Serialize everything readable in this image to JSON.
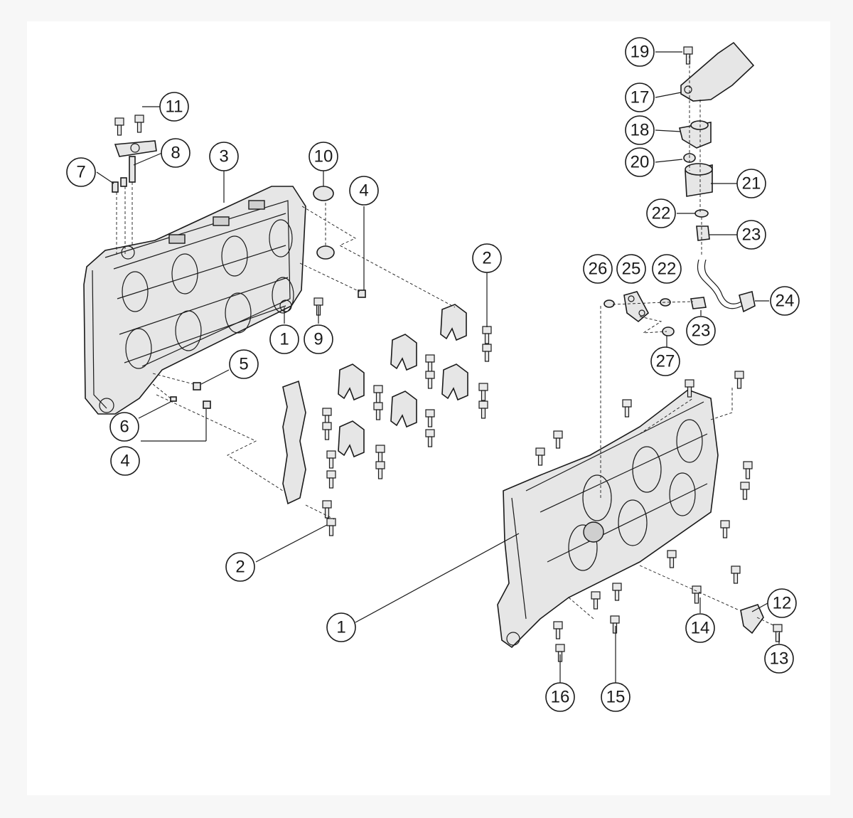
{
  "diagram": {
    "background": "#f7f7f7",
    "line_color": "#1a1a1a",
    "part_fill": "#e6e6e6",
    "callouts": [
      {
        "id": "c19",
        "label": "19"
      },
      {
        "id": "c17",
        "label": "17"
      },
      {
        "id": "c18",
        "label": "18"
      },
      {
        "id": "c20",
        "label": "20"
      },
      {
        "id": "c21",
        "label": "21"
      },
      {
        "id": "c22a",
        "label": "22"
      },
      {
        "id": "c23a",
        "label": "23"
      },
      {
        "id": "c26",
        "label": "26"
      },
      {
        "id": "c25",
        "label": "25"
      },
      {
        "id": "c22b",
        "label": "22"
      },
      {
        "id": "c24",
        "label": "24"
      },
      {
        "id": "c23b",
        "label": "23"
      },
      {
        "id": "c27",
        "label": "27"
      },
      {
        "id": "c11",
        "label": "11"
      },
      {
        "id": "c8",
        "label": "8"
      },
      {
        "id": "c7",
        "label": "7"
      },
      {
        "id": "c3",
        "label": "3"
      },
      {
        "id": "c10",
        "label": "10"
      },
      {
        "id": "c4a",
        "label": "4"
      },
      {
        "id": "c2a",
        "label": "2"
      },
      {
        "id": "c1a",
        "label": "1"
      },
      {
        "id": "c9",
        "label": "9"
      },
      {
        "id": "c5",
        "label": "5"
      },
      {
        "id": "c6",
        "label": "6"
      },
      {
        "id": "c4b",
        "label": "4"
      },
      {
        "id": "c2b",
        "label": "2"
      },
      {
        "id": "c1b",
        "label": "1"
      },
      {
        "id": "c12",
        "label": "12"
      },
      {
        "id": "c13",
        "label": "13"
      },
      {
        "id": "c14",
        "label": "14"
      },
      {
        "id": "c15",
        "label": "15"
      },
      {
        "id": "c16",
        "label": "16"
      }
    ]
  }
}
